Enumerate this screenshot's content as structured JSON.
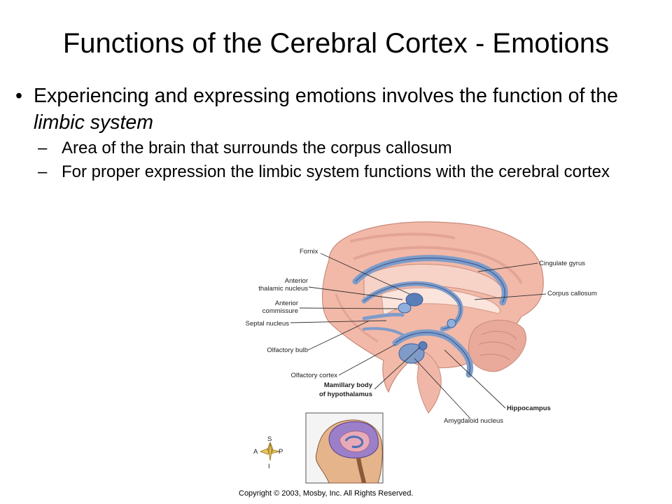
{
  "slide": {
    "title": "Functions of the Cerebral Cortex - Emotions",
    "bullet_main": {
      "marker": "•",
      "text_before": "Experiencing and expressing emotions involves the function of the ",
      "text_italic": "limbic system"
    },
    "sub_bullets": [
      {
        "marker": "–",
        "text": "Area of the brain that surrounds the corpus callosum"
      },
      {
        "marker": "–",
        "text": "For proper expression the limbic system functions with the cerebral cortex"
      }
    ]
  },
  "figure": {
    "labels": {
      "fornix": "Fornix",
      "anterior_thalamic_1": "Anterior",
      "anterior_thalamic_2": "thalamic nucleus",
      "anterior_commissure_1": "Anterior",
      "anterior_commissure_2": "commissure",
      "septal_nucleus": "Septal nucleus",
      "olfactory_bulb": "Olfactory bulb",
      "olfactory_cortex": "Olfactory cortex",
      "mamillary_1": "Mamillary body",
      "mamillary_2": "of hypothalamus",
      "cingulate_gyrus": "Cingulate gyrus",
      "corpus_callosum": "Corpus  callosum",
      "hippocampus": "Hippocampus",
      "amygdaloid": "Amygdaloid nucleus"
    },
    "compass": {
      "s": "S",
      "a": "A",
      "p": "P",
      "i": "I"
    },
    "copyright": "Copyright © 2003, Mosby, Inc. All Rights Reserved."
  },
  "colors": {
    "brain_pink": "#f2b9a8",
    "limbic_blue": "#7f9cc9",
    "limbic_dark": "#3c5e99"
  }
}
